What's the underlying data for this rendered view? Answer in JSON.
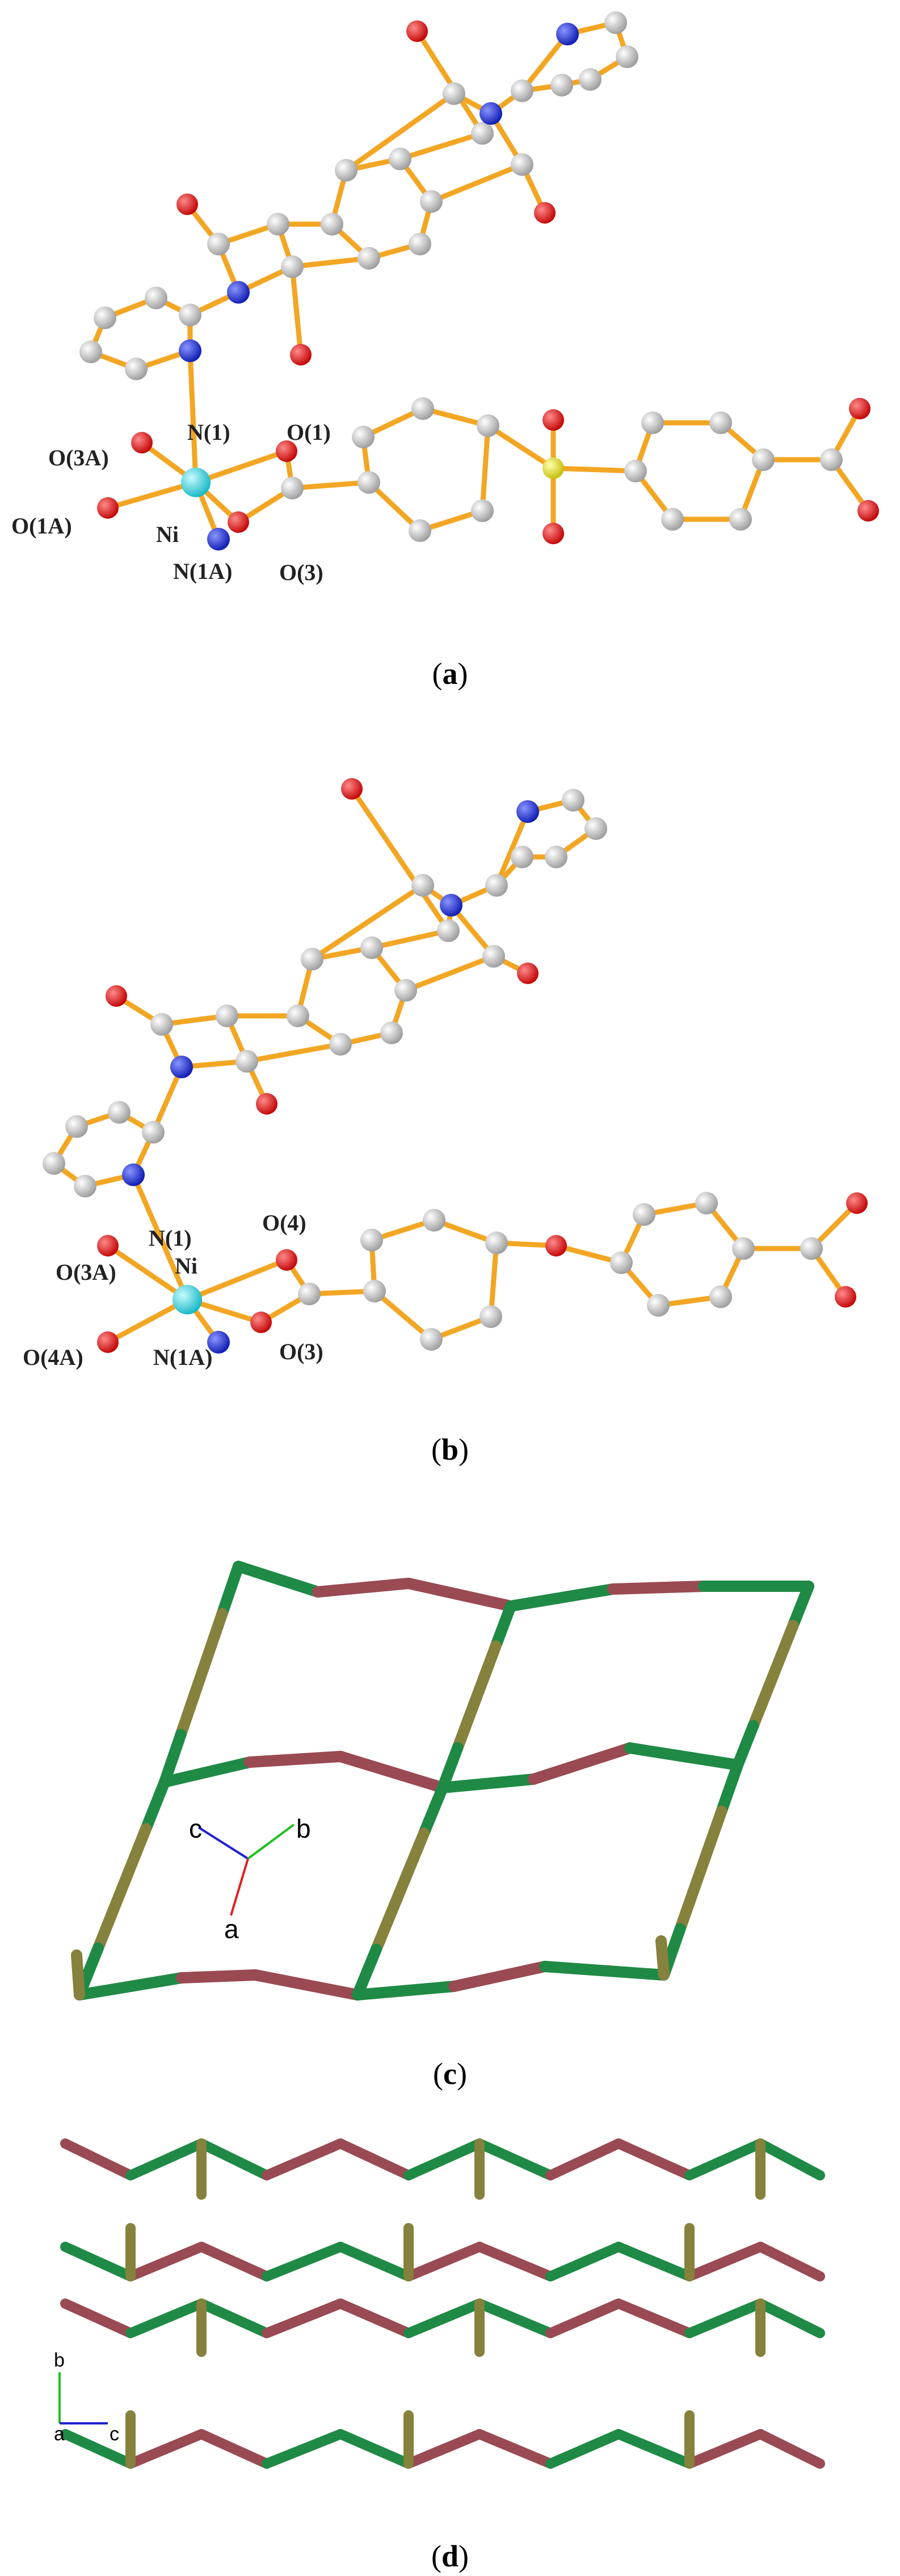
{
  "panels": {
    "a": {
      "caption": "a",
      "atom_labels": {
        "o3a": "O(3A)",
        "n1": "N(1)",
        "o1": "O(1)",
        "o1a": "O(1A)",
        "ni": "Ni",
        "n1a": "N(1A)",
        "o3": "O(3)"
      }
    },
    "b": {
      "caption": "b",
      "atom_labels": {
        "n1": "N(1)",
        "o4": "O(4)",
        "ni": "Ni",
        "o3a": "O(3A)",
        "o4a": "O(4A)",
        "n1a": "N(1A)",
        "o3": "O(3)"
      }
    },
    "c": {
      "caption": "c",
      "axis_labels": {
        "a": "a",
        "b": "b",
        "c": "c"
      }
    },
    "d": {
      "caption": "d",
      "axis_labels": {
        "a": "a",
        "b": "b",
        "c": "c"
      }
    }
  },
  "colors": {
    "bond": "#f2a623",
    "carbon": "#c9c9c9",
    "oxygen": "#e01313",
    "nitrogen": "#1f2fd6",
    "nickel": "#2ed6e0",
    "sulfur": "#e8e010",
    "net_green": "#1f8a45",
    "net_red": "#9a4a52",
    "net_olive": "#86813c",
    "axis_a": "#e02020",
    "axis_b": "#20c020",
    "axis_c": "#2020d0"
  }
}
